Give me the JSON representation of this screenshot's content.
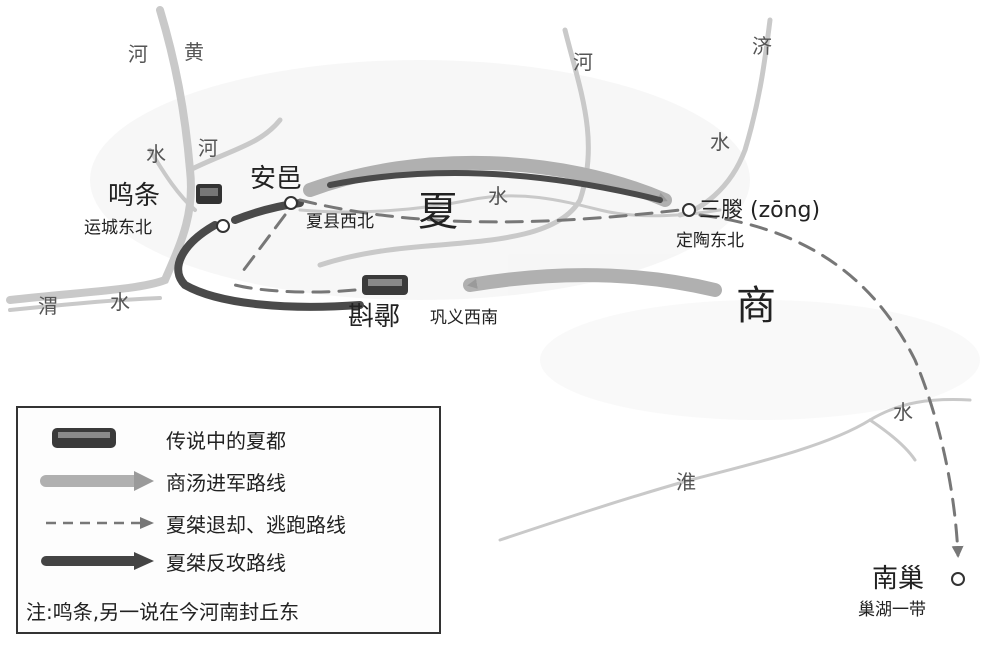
{
  "rivers": {
    "huanghe_top_1": "河",
    "huanghe_top_2": "黄",
    "ji_top_1": "河",
    "ji_top_2": "济",
    "ji_mid": "水",
    "fen_1": "水",
    "fen_2": "河",
    "wei_1": "渭",
    "wei_2": "水",
    "center_river": "水",
    "huai_1": "水",
    "huai_2": "淮"
  },
  "regions": {
    "xia": "夏",
    "shang": "商"
  },
  "places": {
    "mingtiao": "鸣条",
    "mingtiao_note": "运城东北",
    "anyi": "安邑",
    "anyi_note": "夏县西北",
    "sanzong": "三朡 (zōng)",
    "sanzong_note": "定陶东北",
    "zhenxun": "斟鄩",
    "zhenxun_note": "巩义西南",
    "nanchao": "南巢",
    "nanchao_note": "巢湖一带"
  },
  "legend": {
    "capital": "传说中的夏都",
    "shang_route": "商汤进军路线",
    "xia_retreat": "夏桀退却、逃跑路线",
    "xia_counter": "夏桀反攻路线",
    "footnote": "注:鸣条,另一说在今河南封丘东"
  }
}
